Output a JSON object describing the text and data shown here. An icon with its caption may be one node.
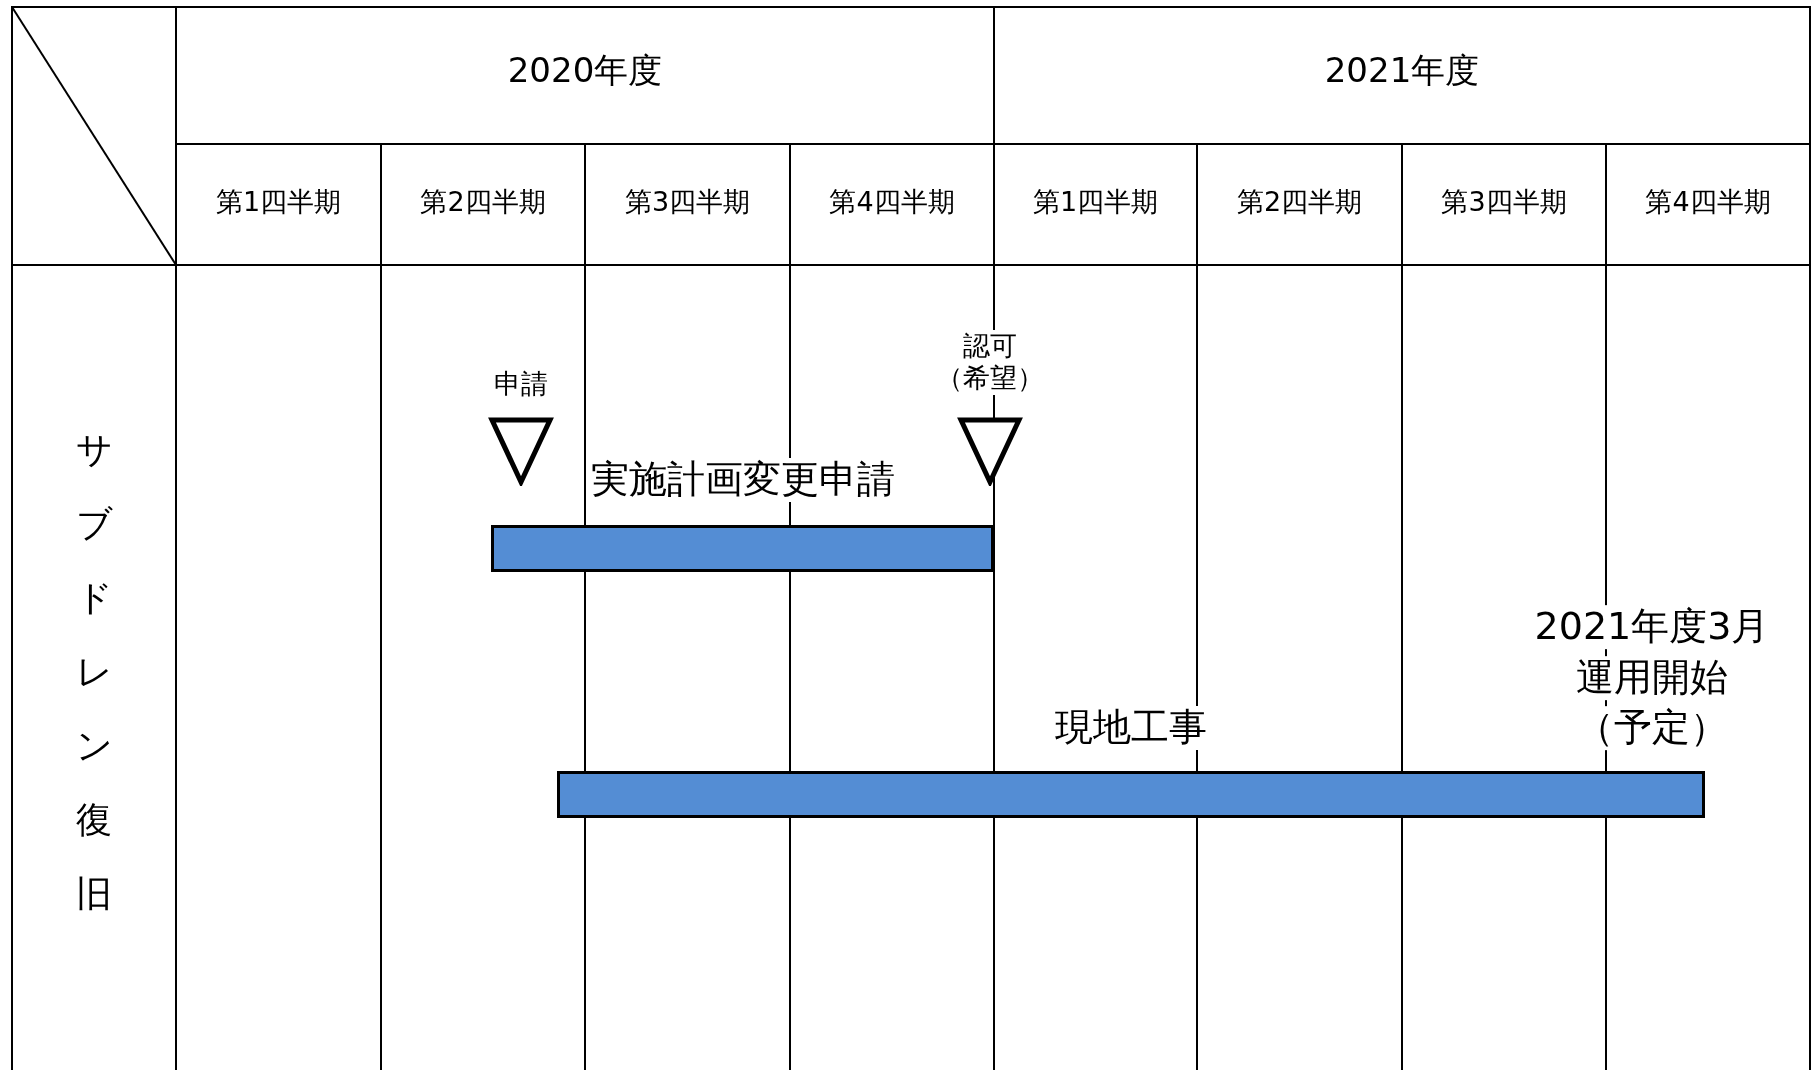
{
  "diagram": {
    "nodes": [
      {
        "text": [
          "申請"
        ]
      },
      {
        "text": [
          "認可（希望）"
        ]
      },
      {
        "text": [
          "実施計画変更申請"
        ]
      },
      {
        "text": [
          "現地工事"
        ]
      }
    ],
    "labels": [
      "2020年度",
      "2021年度",
      "第1四半期",
      "第2四半期",
      "第3四半期",
      "第4四半期",
      "第1四半期",
      "第2四半期",
      "第3四半期",
      "第4四半期",
      "サブドレン復旧",
      "2021年度3月",
      "運用開始",
      "（予定）"
    ]
  }
}
